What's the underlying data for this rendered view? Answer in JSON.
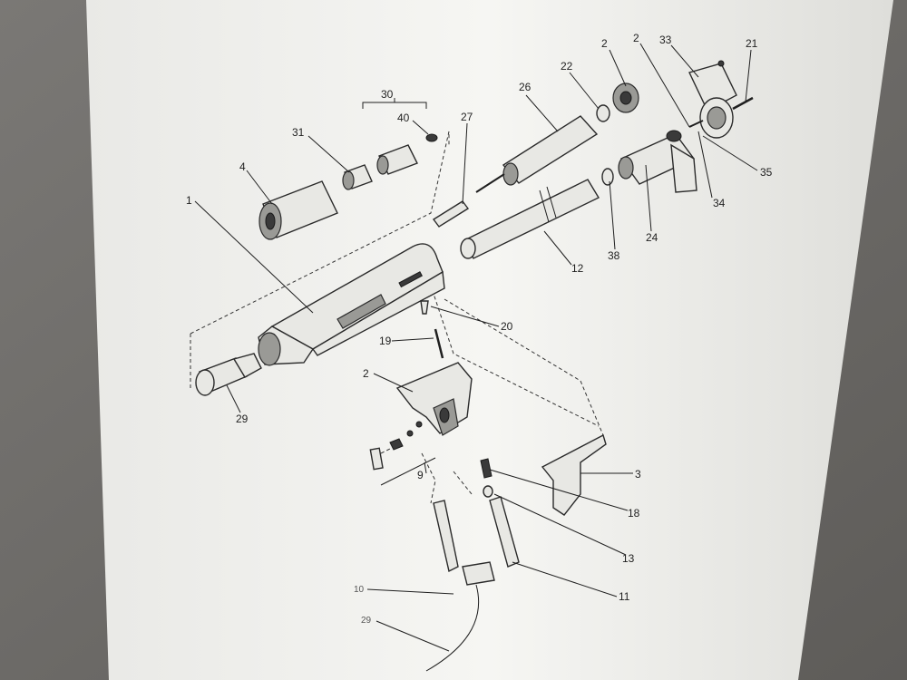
{
  "diagram": {
    "labels": [
      {
        "id": "1",
        "text": "1"
      },
      {
        "id": "2a",
        "text": "2"
      },
      {
        "id": "2b",
        "text": "2"
      },
      {
        "id": "2c",
        "text": "2"
      },
      {
        "id": "3",
        "text": "3"
      },
      {
        "id": "4",
        "text": "4"
      },
      {
        "id": "9",
        "text": "9"
      },
      {
        "id": "10",
        "text": "10"
      },
      {
        "id": "11",
        "text": "11"
      },
      {
        "id": "12",
        "text": "12"
      },
      {
        "id": "13",
        "text": "13"
      },
      {
        "id": "18",
        "text": "18"
      },
      {
        "id": "19",
        "text": "19"
      },
      {
        "id": "20",
        "text": "20"
      },
      {
        "id": "21",
        "text": "21"
      },
      {
        "id": "22",
        "text": "22"
      },
      {
        "id": "24",
        "text": "24"
      },
      {
        "id": "26",
        "text": "26"
      },
      {
        "id": "27",
        "text": "27"
      },
      {
        "id": "29a",
        "text": "29"
      },
      {
        "id": "29b",
        "text": "29"
      },
      {
        "id": "30",
        "text": "30"
      },
      {
        "id": "31",
        "text": "31"
      },
      {
        "id": "33",
        "text": "33"
      },
      {
        "id": "34",
        "text": "34"
      },
      {
        "id": "35",
        "text": "35"
      },
      {
        "id": "38",
        "text": "38"
      },
      {
        "id": "40",
        "text": "40"
      }
    ]
  },
  "colors": {
    "paper": "#f4f4f1",
    "ink": "#1f1f1f",
    "background": "#6d6b68"
  }
}
